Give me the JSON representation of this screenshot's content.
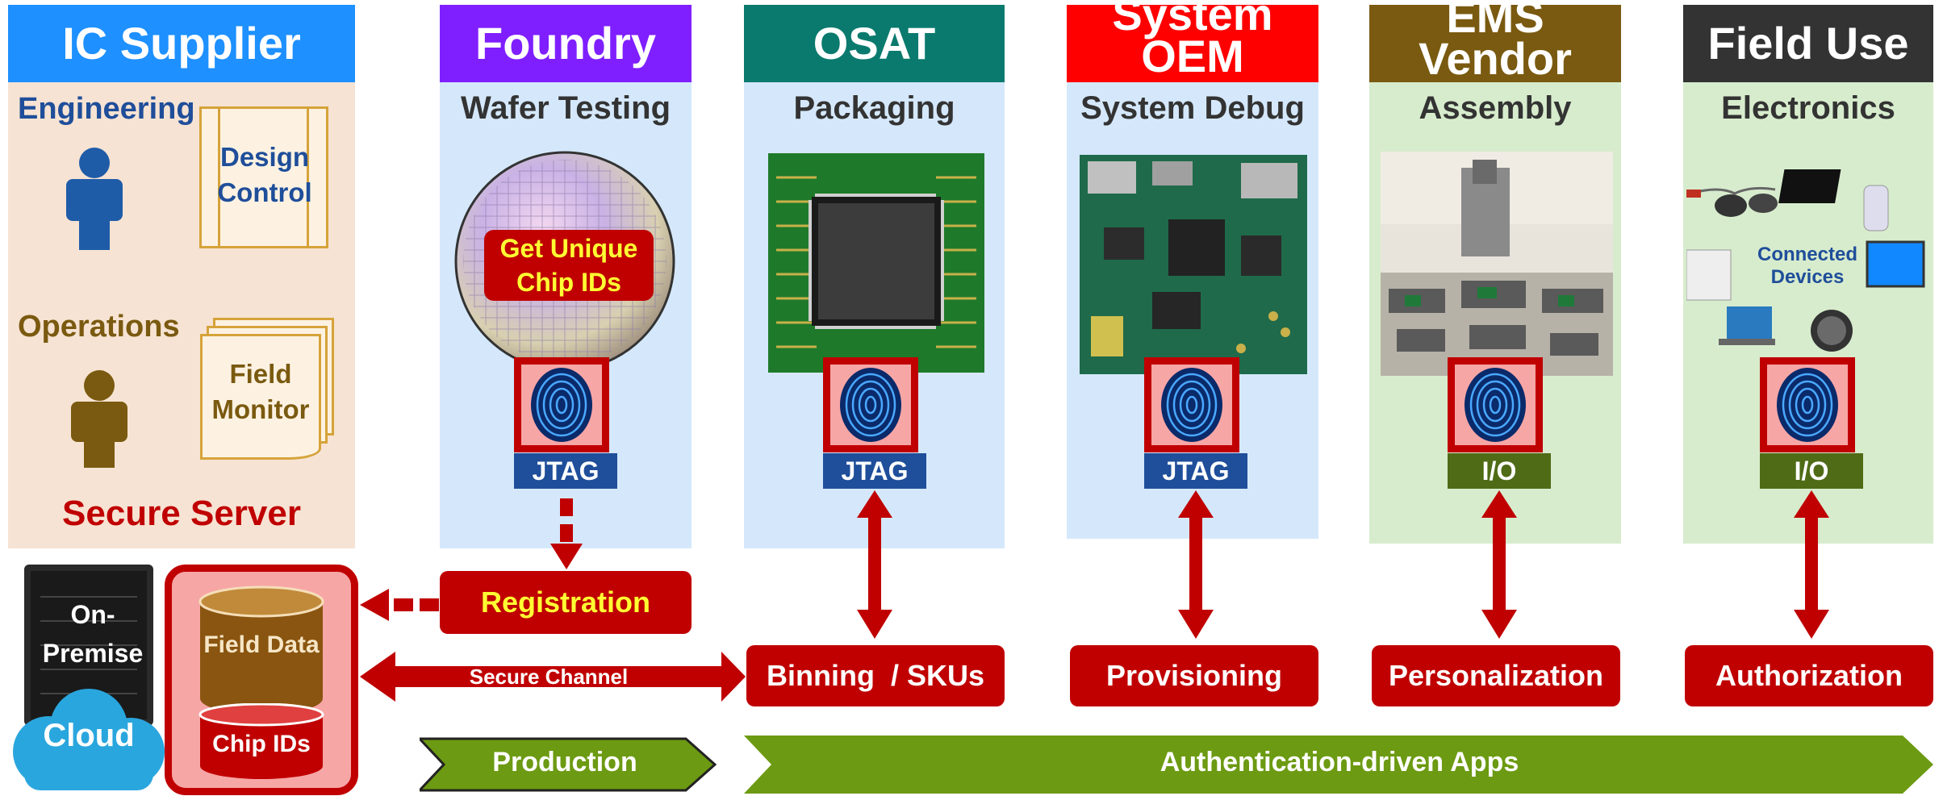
{
  "colors": {
    "ic_supplier": "#1e90ff",
    "foundry": "#7f1fff",
    "osat": "#0a7a6e",
    "system_oem": "#ff0000",
    "ems_vendor": "#7a5a10",
    "field_use": "#333333",
    "danger_red": "#c00000",
    "jtag_blue": "#1f4e9a",
    "io_green": "#4f6b16",
    "production_green": "#6c9a12"
  },
  "columns": {
    "ic_supplier": {
      "header": "IC Supplier",
      "engineering": "Engineering",
      "design_control": "Design Control",
      "operations": "Operations",
      "field_monitor": "Field Monitor",
      "secure_server": "Secure Server"
    },
    "foundry": {
      "header": "Foundry",
      "subtitle": "Wafer Testing",
      "wafer_label": "Get Unique Chip IDs",
      "port": "JTAG"
    },
    "osat": {
      "header": "OSAT",
      "subtitle": "Packaging",
      "port": "JTAG"
    },
    "system_oem": {
      "header": "System OEM",
      "subtitle": "System Debug",
      "port": "JTAG"
    },
    "ems_vendor": {
      "header": "EMS Vendor",
      "subtitle": "Assembly",
      "port": "I/O"
    },
    "field_use": {
      "header": "Field Use",
      "subtitle": "Electronics",
      "devices_label": "Connected Devices",
      "port": "I/O"
    }
  },
  "server": {
    "on_premise": "On-Premise",
    "cloud": "Cloud",
    "field_data": "Field Data",
    "chip_ids": "Chip IDs"
  },
  "flows": {
    "registration": "Registration",
    "secure_channel": "Secure Channel",
    "binning": "Binning  / SKUs",
    "provisioning": "Provisioning",
    "personalization": "Personalization",
    "authorization": "Authorization"
  },
  "banners": {
    "production": "Production",
    "apps": "Authentication-driven Apps"
  }
}
